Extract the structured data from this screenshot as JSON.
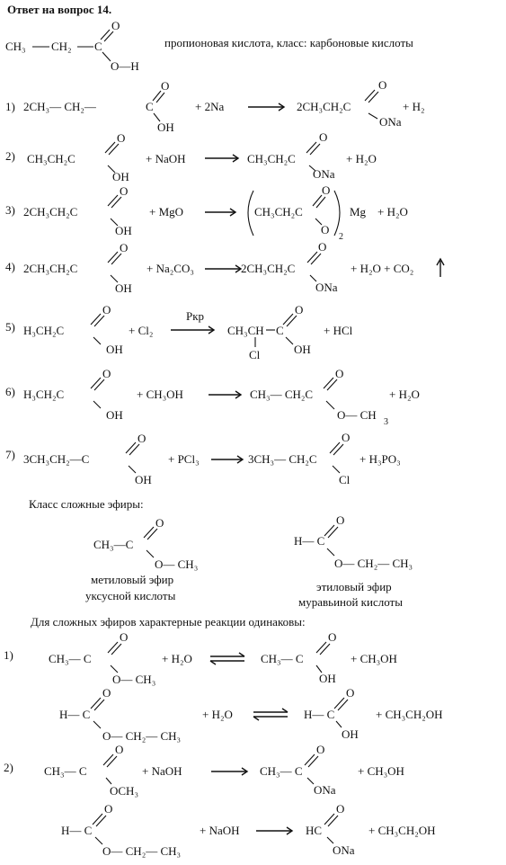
{
  "title": "Ответ на вопрос 14.",
  "propionic": {
    "ch3": "CH₃",
    "ch2": "CH₂",
    "c": "C",
    "o": "O",
    "oh": "O—H",
    "caption": "пропионовая кислота, класс: карбоновые кислоты"
  },
  "labels": {
    "esters_class": "Класс сложные эфиры:",
    "same_reactions": "Для сложных эфиров характерные реакции одинаковы:"
  },
  "reactions": {
    "r1": {
      "num": "1)",
      "lhs_a": "2CH₃— CH₂—",
      "c": "C",
      "o": "O",
      "oh": "OH",
      "plus1": "+ 2Na",
      "rhs_a": "2CH₃CH₂C",
      "rhs_o": "O",
      "rhs_ona": "ONa",
      "plus2": "+ H₂"
    },
    "r2": {
      "num": "2)",
      "lhs_a": "CH₃CH₂C",
      "o": "O",
      "oh": "OH",
      "plus1": "+ NaOH",
      "rhs_a": "CH₃CH₂C",
      "rhs_o": "O",
      "rhs_ona": "ONa",
      "plus2": "+ H₂O"
    },
    "r3": {
      "num": "3)",
      "lhs_a": "2CH₃CH₂C",
      "o": "O",
      "oh": "OH",
      "plus1": "+ MgO",
      "rhs_a": "CH₃CH₂C",
      "rhs_o": "O",
      "rhs_o2": "O",
      "sub2": "2",
      "mg": "Mg",
      "plus2": "+ H₂O"
    },
    "r4": {
      "num": "4)",
      "lhs_a": "2CH₃CH₂C",
      "o": "O",
      "oh": "OH",
      "plus1": "+ Na₂CO₃",
      "rhs_a": "2CH₃CH₂C",
      "rhs_o": "O",
      "rhs_ona": "ONa",
      "plus2": "+ H₂O + CO₂"
    },
    "r5": {
      "num": "5)",
      "lhs_a": "H₃CH₂C",
      "o": "O",
      "oh": "OH",
      "plus1": "+ Cl₂",
      "cond": "Pкр",
      "rhs_a": "CH₃CH",
      "rhs_c": "C",
      "rhs_o": "O",
      "rhs_oh": "OH",
      "rhs_cl": "Cl",
      "plus2": "+ HCl"
    },
    "r6": {
      "num": "6)",
      "lhs_a": "H₃CH₂C",
      "o": "O",
      "oh": "OH",
      "plus1": "+ CH₃OH",
      "rhs_a": "CH₃— CH₂C",
      "rhs_o": "O",
      "rhs_och3": "O— CH",
      "rhs_sub3": "3",
      "plus2": "+ H₂O"
    },
    "r7": {
      "num": "7)",
      "lhs_a": "3CH₃CH₂—C",
      "o": "O",
      "oh": "OH",
      "plus1": "+ PCl₃",
      "rhs_a": "3CH₃— CH₂C",
      "rhs_o": "O",
      "rhs_cl": "Cl",
      "plus2": "+ H₃PO₃"
    }
  },
  "esters": {
    "methyl": {
      "ch3": "CH₃—C",
      "o": "O",
      "och3": "O— CH₃",
      "caption1": "метиловый эфир",
      "caption2": "уксусной кислоты"
    },
    "ethyl": {
      "h": "H— C",
      "o": "O",
      "oet": "O— CH₂— CH₃",
      "caption1": "этиловый эфир",
      "caption2": "муравьиной кислоты"
    }
  },
  "ester_reactions": {
    "e1": {
      "num": "1)",
      "lhs_a": "CH₃— C",
      "o": "O",
      "och3": "O— CH₃",
      "plus1": "+ H₂O",
      "rhs_a": "CH₃— C",
      "rhs_o": "O",
      "rhs_oh": "OH",
      "plus2": "+ CH₃OH"
    },
    "e2": {
      "lhs_a": "H— C",
      "o": "O",
      "oet": "O— CH₂— CH₃",
      "plus1": "+ H₂O",
      "rhs_a": "H— C",
      "rhs_o": "O",
      "rhs_oh": "OH",
      "plus2": "+ CH₃CH₂OH"
    },
    "e3": {
      "num": "2)",
      "lhs_a": "CH₃— C",
      "o": "O",
      "och3": "OCH₃",
      "plus1": "+ NaOH",
      "rhs_a": "CH₃— C",
      "rhs_o": "O",
      "rhs_ona": "ONa",
      "plus2": "+ CH₃OH"
    },
    "e4": {
      "lhs_a": "H— C",
      "o": "O",
      "oet": "O— CH₂— CH₃",
      "plus1": "+ NaOH",
      "rhs_a": "HC",
      "rhs_o": "O",
      "rhs_ona": "ONa",
      "plus2": "+ CH₃CH₂OH"
    }
  }
}
